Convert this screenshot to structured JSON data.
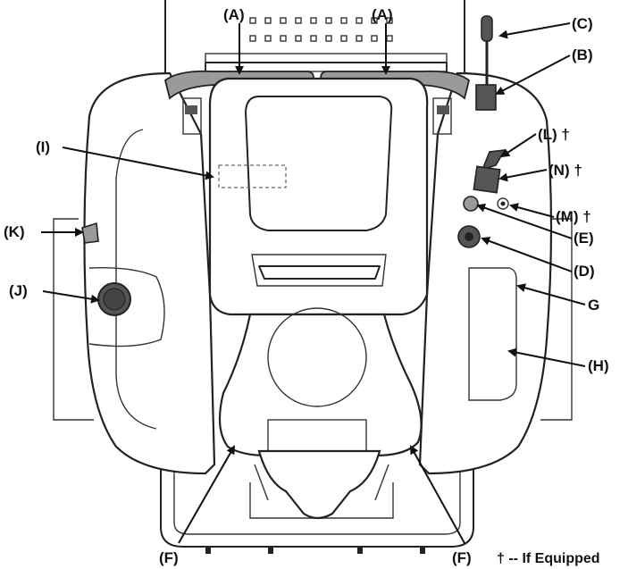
{
  "callouts": {
    "a_left": "(A)",
    "a_right": "(A)",
    "b": "(B)",
    "c": "(C)",
    "l": "(L) †",
    "n": "(N) †",
    "m": "(M) †",
    "e": "(E)",
    "d": "(D)",
    "g": "G",
    "h": "(H)",
    "i": "(I)",
    "k": "(K)",
    "j": "(J)",
    "f_left": "(F)",
    "f_right": "(F)"
  },
  "footnote": "† -- If Equipped",
  "colors": {
    "line": "#222222",
    "accent_dark": "#555555",
    "accent_gray": "#9a9a9a"
  }
}
